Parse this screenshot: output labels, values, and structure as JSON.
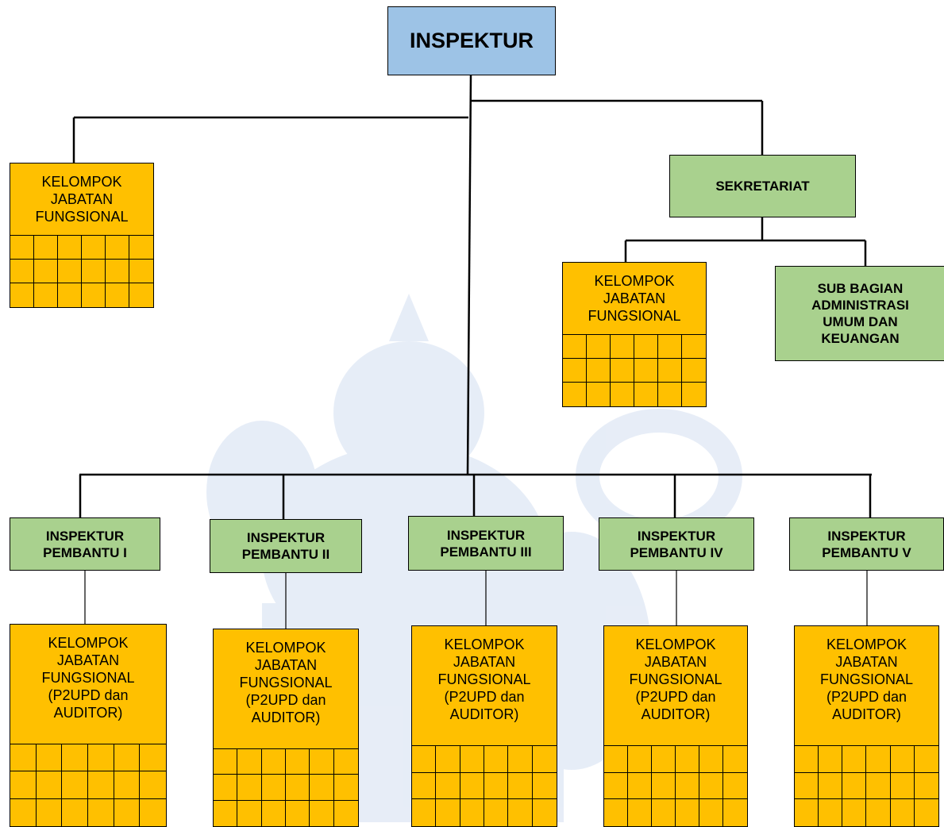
{
  "top": {
    "title": "INSPEKTUR"
  },
  "fungsional_left": {
    "label": "KELOMPOK JABATAN FUNGSIONAL"
  },
  "sekretariat": {
    "title": "SEKRETARIAT",
    "fungsional": {
      "label": "KELOMPOK JABATAN FUNGSIONAL"
    },
    "sub_bagian": {
      "label": "SUB BAGIAN ADMINISTRASI UMUM DAN KEUANGAN"
    }
  },
  "inspektur_pembantu": [
    {
      "title": "INSPEKTUR PEMBANTU I",
      "fungsional": "KELOMPOK JABATAN FUNGSIONAL (P2UPD dan AUDITOR)"
    },
    {
      "title": "INSPEKTUR PEMBANTU II",
      "fungsional": "KELOMPOK JABATAN FUNGSIONAL (P2UPD dan AUDITOR)"
    },
    {
      "title": "INSPEKTUR PEMBANTU III",
      "fungsional": "KELOMPOK JABATAN FUNGSIONAL (P2UPD dan AUDITOR)"
    },
    {
      "title": "INSPEKTUR PEMBANTU IV",
      "fungsional": "KELOMPOK JABATAN FUNGSIONAL (P2UPD dan AUDITOR)"
    },
    {
      "title": "INSPEKTUR PEMBANTU V",
      "fungsional": "KELOMPOK JABATAN FUNGSIONAL (P2UPD dan AUDITOR)"
    }
  ],
  "colors": {
    "top": "#9dc3e6",
    "green": "#a9d18e",
    "orange": "#ffc000",
    "watermark": "#c9d8ee"
  }
}
